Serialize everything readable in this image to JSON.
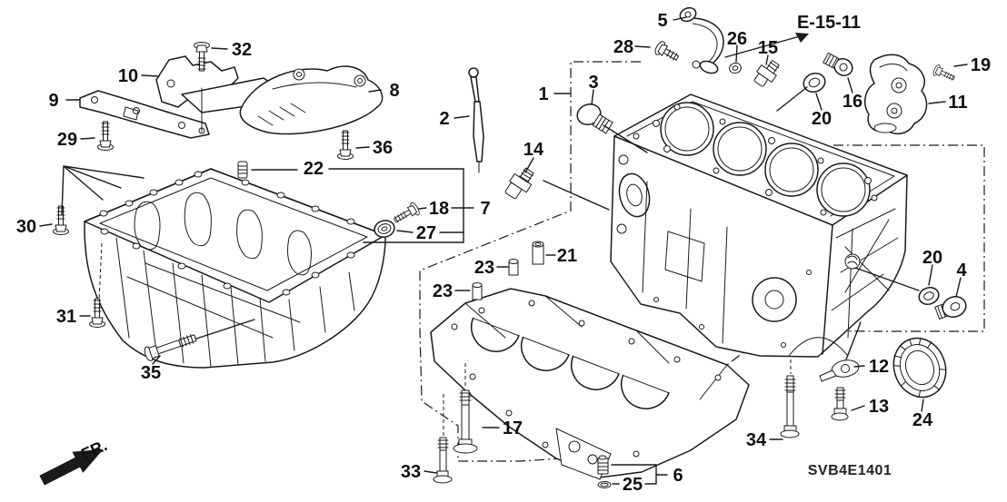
{
  "diagram": {
    "reference_label": "E-15-11",
    "figure_code": "SVB4E1401",
    "direction_label": "FR.",
    "line_color": "#1a1a1a",
    "background_color": "#ffffff"
  },
  "callouts": {
    "c1": "1",
    "c2": "2",
    "c3": "3",
    "c4": "4",
    "c5": "5",
    "c6": "6",
    "c7": "7",
    "c8": "8",
    "c9": "9",
    "c10": "10",
    "c11": "11",
    "c12": "12",
    "c13": "13",
    "c14": "14",
    "c15": "15",
    "c16": "16",
    "c17": "17",
    "c18": "18",
    "c19": "19",
    "c20a": "20",
    "c20b": "20",
    "c21": "21",
    "c22": "22",
    "c23a": "23",
    "c23b": "23",
    "c24": "24",
    "c25": "25",
    "c26": "26",
    "c27": "27",
    "c28": "28",
    "c29": "29",
    "c30": "30",
    "c31": "31",
    "c32": "32",
    "c33": "33",
    "c34": "34",
    "c35": "35",
    "c36": "36"
  }
}
